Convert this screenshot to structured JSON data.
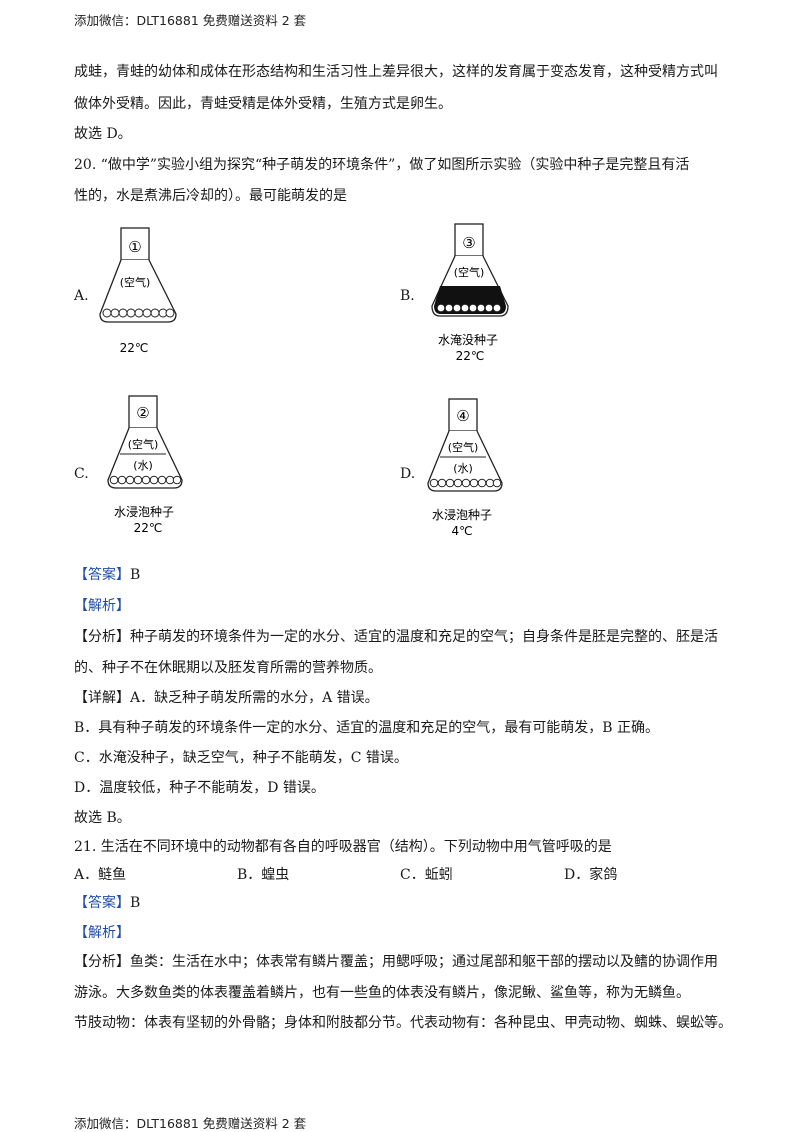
{
  "header": {
    "text": "添加微信：DLT16881 免费赠送资料 2 套"
  },
  "footer": {
    "text": "添加微信：DLT16881 免费赠送资料 2 套"
  },
  "lines": {
    "l1": "成蛙，青蛙的幼体和成体在形态结构和生活习性上差异很大，这样的发育属于变态发育，这种受精方式叫",
    "l2": "做体外受精。因此，青蛙受精是体外受精，生殖方式是卵生。",
    "l3": "故选 D。",
    "q20a": "20. “做中学”实验小组为探究“种子萌发的环境条件”，做了如图所示实验（实验中种子是完整且有活",
    "q20b": "性的，水是煮沸后冷却的）。最可能萌发的是"
  },
  "options20": [
    {
      "letter": "A.",
      "num": "①",
      "labels": [
        "(空气)"
      ],
      "seeds_label": "",
      "temp": "22℃"
    },
    {
      "letter": "B.",
      "num": "③",
      "labels": [
        "(空气)"
      ],
      "seeds_label": "水淹没种子",
      "temp": "22℃"
    },
    {
      "letter": "C.",
      "num": "②",
      "labels": [
        "(空气)",
        "(水)"
      ],
      "seeds_label": "水浸泡种子",
      "temp": "22℃"
    },
    {
      "letter": "D.",
      "num": "④",
      "labels": [
        "(空气)",
        "(水)"
      ],
      "seeds_label": "水浸泡种子",
      "temp": "4℃"
    }
  ],
  "answer20": {
    "tag": "【答案】",
    "value": "B"
  },
  "analysis_tag": "【解析】",
  "fenxi20": {
    "tag": "【分析】",
    "text1": "种子萌发的环境条件为一定的水分、适宜的温度和充足的空气；自身条件是胚是完整的、胚是活",
    "text2": "的、种子不在休眠期以及胚发育所需的营养物质。"
  },
  "xiangjie20": {
    "tag": "【详解】",
    "a": "A．缺乏种子萌发所需的水分，A 错误。",
    "b": "B．具有种子萌发的环境条件一定的水分、适宜的温度和充足的空气，最有可能萌发，B 正确。",
    "c": "C．水淹没种子，缺乏空气，种子不能萌发，C 错误。",
    "d": "D．温度较低，种子不能萌发，D 错误。",
    "choose": "故选 B。"
  },
  "q21": {
    "stem": "21. 生活在不同环境中的动物都有各自的呼吸器官（结构）。下列动物中用气管呼吸的是",
    "options": [
      "A．鲢鱼",
      "B．蝗虫",
      "C．蚯蚓",
      "D．家鸽"
    ]
  },
  "answer21": {
    "tag": "【答案】",
    "value": "B"
  },
  "fenxi21": {
    "tag": "【分析】",
    "text1": "鱼类：生活在水中；体表常有鳞片覆盖；用鳃呼吸；通过尾部和躯干部的摆动以及鳍的协调作用",
    "text2": "游泳。大多数鱼类的体表覆盖着鳞片，也有一些鱼的体表没有鳞片，像泥鳅、鲨鱼等，称为无鳞鱼。",
    "text3": "节肢动物：体表有坚韧的外骨骼；身体和附肢都分节。代表动物有：各种昆虫、甲壳动物、蜘蛛、蜈蚣等。"
  }
}
